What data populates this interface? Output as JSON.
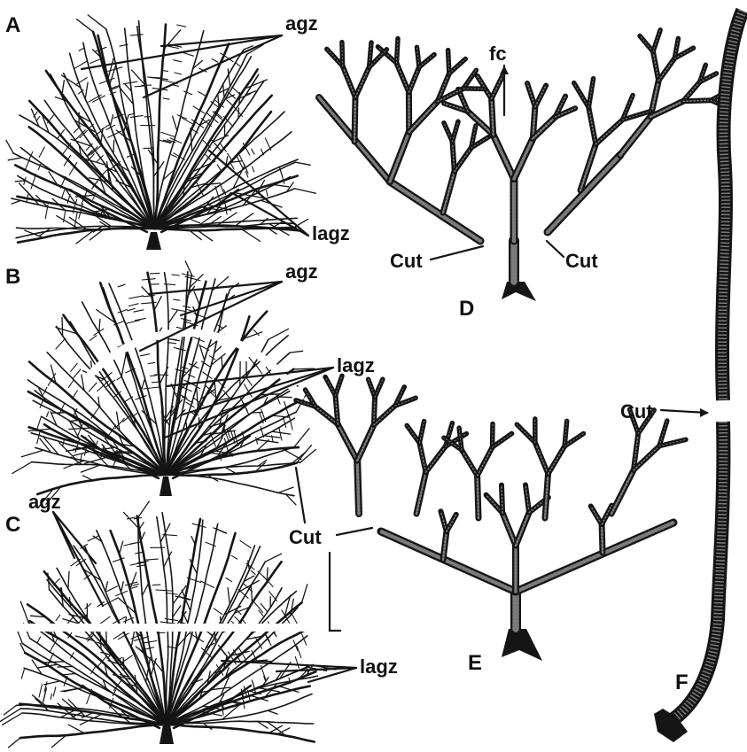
{
  "panels": {
    "A": {
      "letter": "A",
      "labels": [
        "agz",
        "lagz"
      ]
    },
    "B": {
      "letter": "B",
      "labels": [
        "agz",
        "lagz"
      ]
    },
    "C": {
      "letter": "C",
      "labels": [
        "agz",
        "lagz"
      ]
    },
    "D": {
      "letter": "D",
      "labels": [
        "fc",
        "Cut",
        "Cut"
      ]
    },
    "E": {
      "letter": "E",
      "labels": [
        "Cut"
      ]
    },
    "F": {
      "letter": "F",
      "labels": [
        "Cut"
      ]
    }
  },
  "colors": {
    "ink": "#151515",
    "stipple": "#7a7a7a",
    "paper": "#ffffff"
  }
}
